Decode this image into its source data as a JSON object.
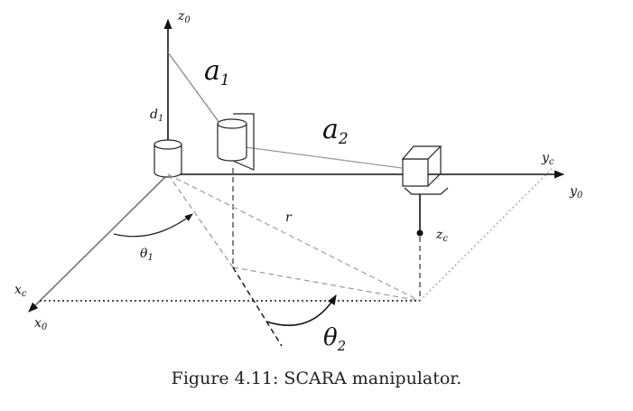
{
  "labels": {
    "z0": {
      "base": "z",
      "sub": "0"
    },
    "a1": {
      "base": "a",
      "sub": "1"
    },
    "d1": {
      "base": "d",
      "sub": "1"
    },
    "a2": {
      "base": "a",
      "sub": "2"
    },
    "yc": {
      "base": "y",
      "sub": "c"
    },
    "y0": {
      "base": "y",
      "sub": "0"
    },
    "zc": {
      "base": "z",
      "sub": "c"
    },
    "r": "r",
    "theta1": {
      "base": "θ",
      "sub": "1"
    },
    "xc": {
      "base": "x",
      "sub": "c"
    },
    "x0": {
      "base": "x",
      "sub": "0"
    },
    "theta2": {
      "base": "θ",
      "sub": "2"
    }
  },
  "caption": "Figure 4.11: SCARA manipulator."
}
